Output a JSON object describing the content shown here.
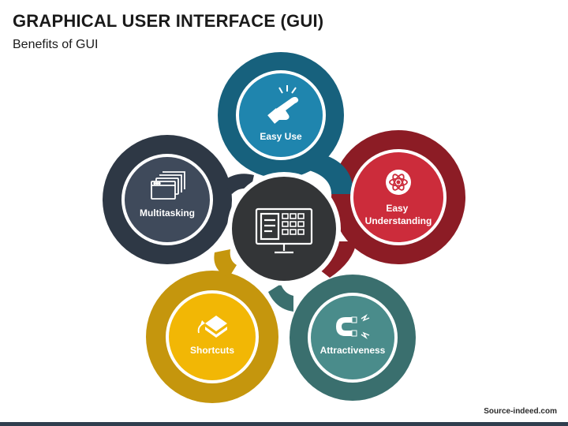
{
  "header": {
    "title": "GRAPHICAL USER INTERFACE (GUI)",
    "subtitle": "Benefits of GUI"
  },
  "nodes": [
    {
      "label_lines": [
        "Easy Use"
      ],
      "icon": "pointing-hand-icon",
      "color": "#1f85ae",
      "ring": "#17617d"
    },
    {
      "label_lines": [
        "Easy",
        "Understanding"
      ],
      "icon": "atom-icon",
      "color": "#cc2c3b",
      "ring": "#8c1c25"
    },
    {
      "label_lines": [
        "Attractiveness"
      ],
      "icon": "magnet-icon",
      "color": "#4a8c8b",
      "ring": "#3a6f6e"
    },
    {
      "label_lines": [
        "Shortcuts"
      ],
      "icon": "layers-icon",
      "color": "#f2b705",
      "ring": "#c5960d"
    },
    {
      "label_lines": [
        "Multitasking"
      ],
      "icon": "windows-icon",
      "color": "#3f4a5b",
      "ring": "#2e3845"
    }
  ],
  "center": {
    "icon": "computer-monitor-icon",
    "color": "#333537"
  },
  "footer": {
    "source": "Source-indeed.com"
  }
}
